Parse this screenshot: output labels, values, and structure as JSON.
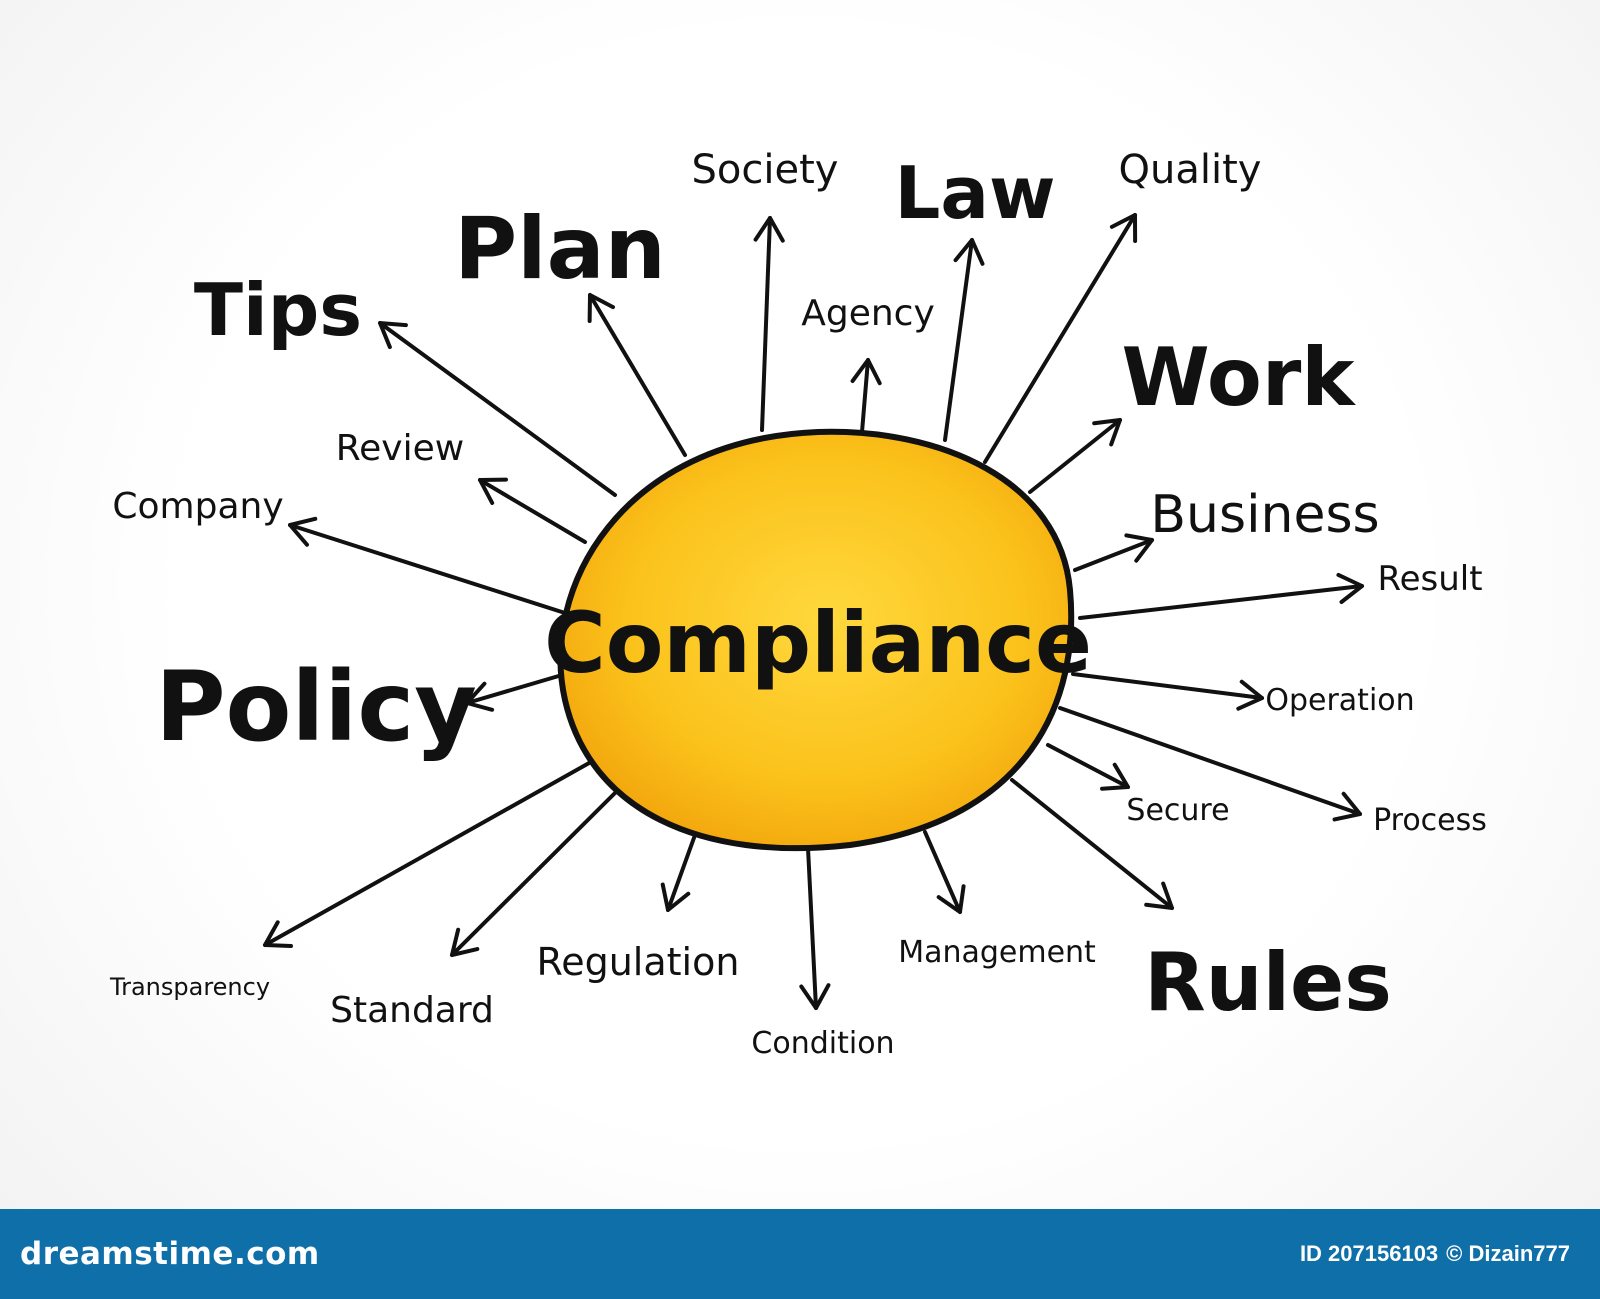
{
  "diagram": {
    "center_label": "Compliance",
    "colors": {
      "center_fill": "#f9b80f",
      "center_light": "#ffd43a",
      "stroke": "#111111",
      "footer_bg": "#0f6fa8"
    },
    "terms": [
      {
        "id": "society",
        "label": "Society"
      },
      {
        "id": "law",
        "label": "Law"
      },
      {
        "id": "quality",
        "label": "Quality"
      },
      {
        "id": "plan",
        "label": "Plan"
      },
      {
        "id": "tips",
        "label": "Tips"
      },
      {
        "id": "agency",
        "label": "Agency"
      },
      {
        "id": "work",
        "label": "Work"
      },
      {
        "id": "review",
        "label": "Review"
      },
      {
        "id": "company",
        "label": "Company"
      },
      {
        "id": "business",
        "label": "Business"
      },
      {
        "id": "result",
        "label": "Result"
      },
      {
        "id": "policy",
        "label": "Policy"
      },
      {
        "id": "operation",
        "label": "Operation"
      },
      {
        "id": "secure",
        "label": "Secure"
      },
      {
        "id": "process",
        "label": "Process"
      },
      {
        "id": "transparency",
        "label": "Transparency"
      },
      {
        "id": "standard",
        "label": "Standard"
      },
      {
        "id": "regulation",
        "label": "Regulation"
      },
      {
        "id": "condition",
        "label": "Condition"
      },
      {
        "id": "management",
        "label": "Management"
      },
      {
        "id": "rules",
        "label": "Rules"
      }
    ]
  },
  "footer": {
    "brand": "dreamstime.com",
    "id_label": "ID 207156103",
    "author": "© Dizain777"
  }
}
